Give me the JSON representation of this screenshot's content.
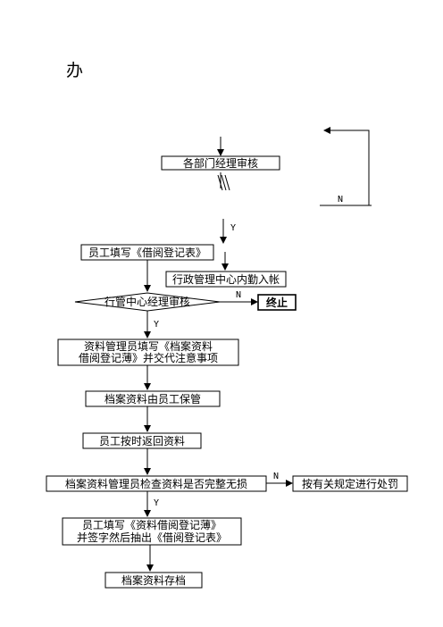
{
  "page": {
    "heading": "办"
  },
  "steps": {
    "dept_review": "各部门经理审核",
    "fill_form": "员工填写《借阅登记表》",
    "admin_post": "行政管理中心内勤入帐",
    "center_review": "行管中心经理审核",
    "terminate": "终止",
    "clerk_line1": "资料管理员填写《档案资料",
    "clerk_line2": "借阅登记薄》并交代注意事项",
    "keep": "档案资料由员工保管",
    "return": "员工按时返回资料",
    "check": "档案资料管理员检查资料是否完整无损",
    "penalty": "按有关规定进行处罚",
    "sign_line1": "员工填写《资料借阅登记薄》",
    "sign_line2": "并签字然后抽出《借阅登记表》",
    "archive": "档案资料存档"
  },
  "labels": {
    "yes": "Y",
    "no": "N"
  }
}
